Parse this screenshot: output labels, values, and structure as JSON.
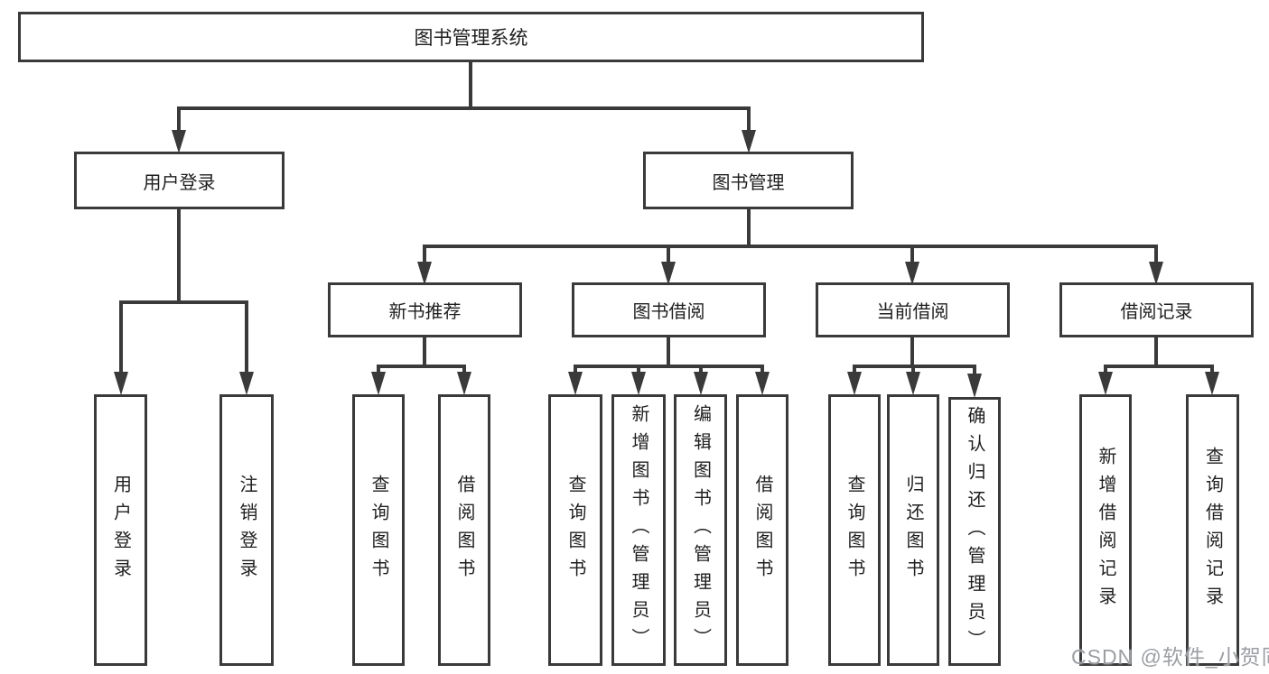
{
  "colors": {
    "line": "#3a3a3a",
    "text": "#1f1f1f",
    "watermark": "#9b9fa4"
  },
  "tree": {
    "root": "图书管理系统",
    "level2": [
      "用户登录",
      "图书管理"
    ],
    "level3": [
      "新书推荐",
      "图书借阅",
      "当前借阅",
      "借阅记录"
    ],
    "leaves": {
      "user_login": [
        "用户登录",
        "注销登录"
      ],
      "new_book": [
        "查询图书",
        "借阅图书"
      ],
      "book_borrow": [
        "查询图书",
        "新增图书（管理员）",
        "编辑图书（管理员）",
        "借阅图书"
      ],
      "current_borrow": [
        "查询图书",
        "归还图书",
        "确认归还（管理员）"
      ],
      "borrow_record": [
        "新增借阅记录",
        "查询借阅记录"
      ]
    }
  },
  "watermark": "CSDN @软件_小贺同学"
}
